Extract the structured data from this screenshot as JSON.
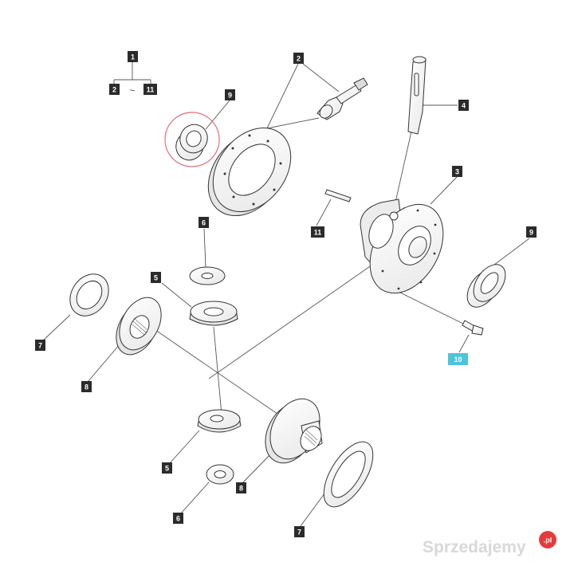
{
  "callouts": {
    "c1": "1",
    "c2_top": "2",
    "c11_top": "11",
    "tilde": "~",
    "c2": "2",
    "c9_left": "9",
    "c4": "4",
    "c3": "3",
    "c11": "11",
    "c6_top": "6",
    "c5_top": "5",
    "c7_left": "7",
    "c8_left": "8",
    "c9_right": "9",
    "c10": "10",
    "c5_bottom": "5",
    "c8_bottom": "8",
    "c6_bottom": "6",
    "c7_bottom": "7"
  },
  "watermark": {
    "text": "Sprzedajemy",
    "badge": ".pl"
  },
  "colors": {
    "callout_bg": "#2b2b2b",
    "callout_highlight": "#4fc3d9",
    "highlight_ring": "#e0707a",
    "line": "#555555"
  }
}
